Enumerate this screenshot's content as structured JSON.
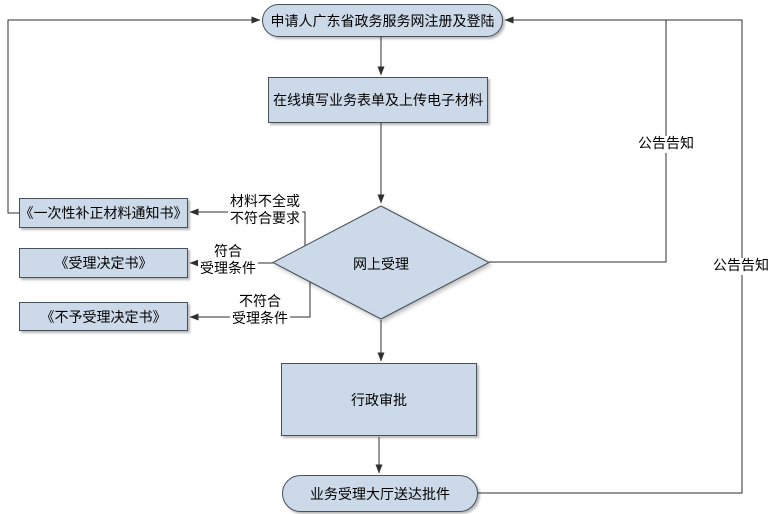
{
  "diagram": {
    "nodes": {
      "start": {
        "label": "申请人广东省政务服务网注册及登陆"
      },
      "online_form": {
        "label": "在线填写业务表单及上传电子材料"
      },
      "decision": {
        "label": "网上受理"
      },
      "notice_supplement": {
        "label": "《一次性补正材料通知书》"
      },
      "notice_accept": {
        "label": "《受理决定书》"
      },
      "notice_reject": {
        "label": "《不予受理决定书》"
      },
      "approval": {
        "label": "行政审批"
      },
      "delivery": {
        "label": "业务受理大厅送达批件"
      }
    },
    "edge_labels": {
      "incomplete": "材料不全或\n不符合要求",
      "meets": "符合\n受理条件",
      "not_meets": "不符合\n受理条件",
      "announce_top": "公告告知",
      "announce_bottom": "公告告知"
    },
    "colors": {
      "background": "#ffffff",
      "node_fill": "#ccd9e8",
      "node_border": "#48525c",
      "line": "#2f2f2f",
      "text": "#000000"
    }
  }
}
